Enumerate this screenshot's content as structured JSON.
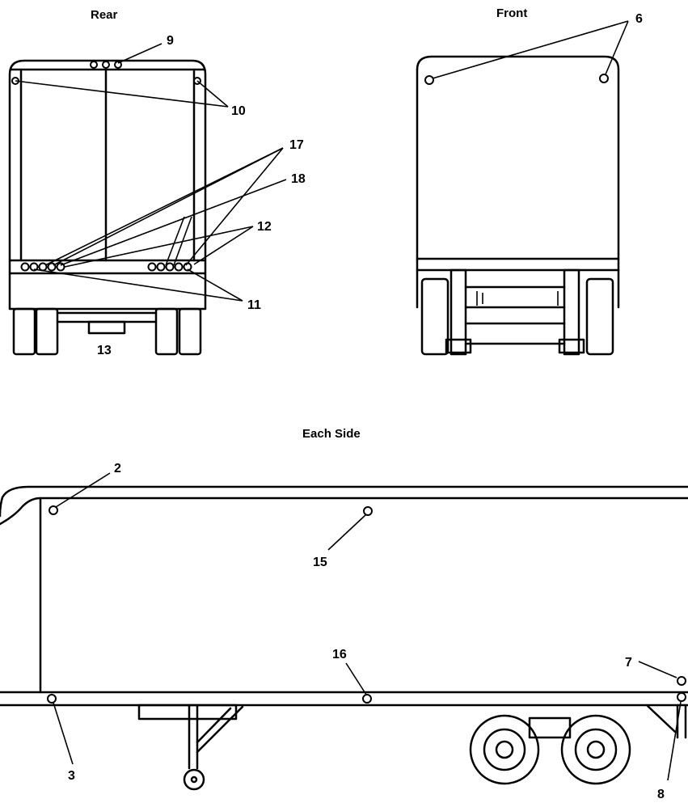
{
  "views": {
    "rear": "Rear",
    "front": "Front",
    "side": "Each Side"
  },
  "callouts": {
    "c2": "2",
    "c3": "3",
    "c6": "6",
    "c7": "7",
    "c8": "8",
    "c9": "9",
    "c10": "10",
    "c11": "11",
    "c12": "12",
    "c13": "13",
    "c15": "15",
    "c16": "16",
    "c17": "17",
    "c18": "18"
  }
}
